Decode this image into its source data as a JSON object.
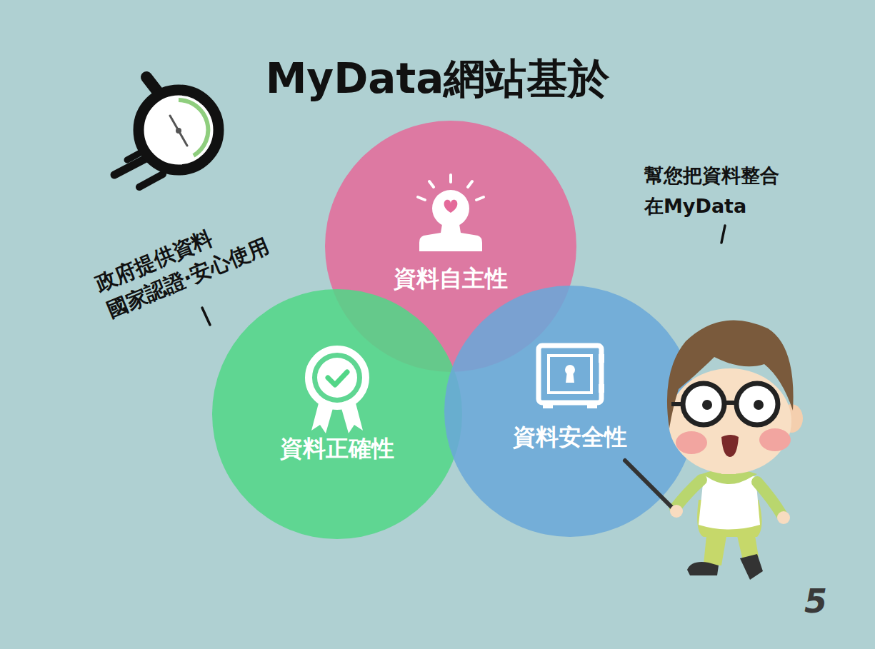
{
  "diagram": {
    "title": "MyData網站基於",
    "nodes": [
      {
        "text": [
          "資料自主性"
        ]
      },
      {
        "text": [
          "資料正確性"
        ]
      },
      {
        "text": [
          "資料安全性"
        ]
      }
    ],
    "labels": [
      "政府提供資料 國家認證‧安心使用",
      "幫您把資料整合 在MyData",
      "5"
    ]
  }
}
